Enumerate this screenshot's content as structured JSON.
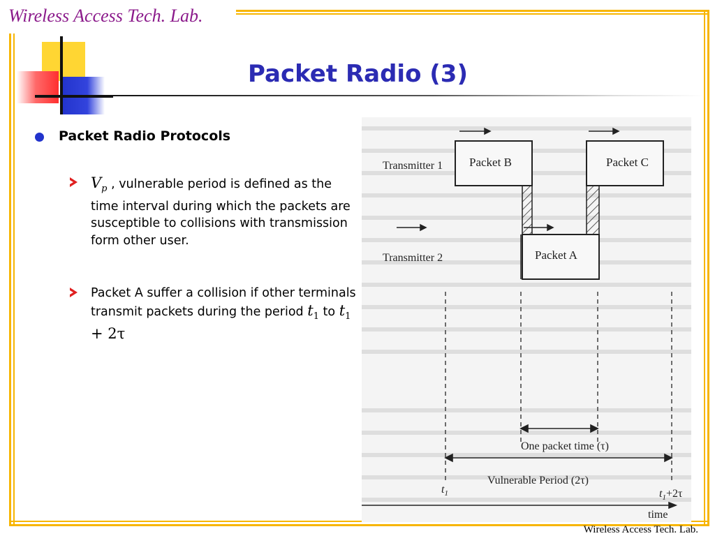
{
  "branding": {
    "lab_name_top": "Wireless Access Tech. Lab.",
    "lab_name_bottom": "Wireless Access Tech. Lab."
  },
  "slide": {
    "title": "Packet Radio (3)",
    "heading": "Packet Radio Protocols",
    "items": [
      {
        "symbol_main": "V",
        "symbol_sub": "p",
        "text": ", vulnerable period is defined as the time interval during which the packets are susceptible to collisions with transmission form other user."
      },
      {
        "text": "Packet A suffer a collision if other terminals transmit packets during the period",
        "math_from": "t",
        "math_from_sub": "1",
        "connector": "to",
        "math_to": "t",
        "math_to_sub": "1",
        "math_to_tail": "+ 2τ"
      }
    ]
  },
  "figure": {
    "labels": {
      "transmitter1": "Transmitter 1",
      "transmitter2": "Transmitter 2",
      "packet_b": "Packet B",
      "packet_c": "Packet C",
      "packet_a": "Packet A",
      "one_packet_time": "One packet time (τ)",
      "vulnerable_period": "Vulnerable Period (2τ)",
      "t1": "t",
      "t1_sub": "1",
      "t1_plus_2tau": "t",
      "t1_plus_2tau_sub": "1",
      "t1_plus_2tau_tail": "+2τ",
      "time": "time"
    }
  },
  "colors": {
    "frame": "#f7b500",
    "title": "#2b2bb3",
    "brand": "#8b1a8b",
    "bullet": "#2233cc",
    "arrow": "#e02020"
  }
}
